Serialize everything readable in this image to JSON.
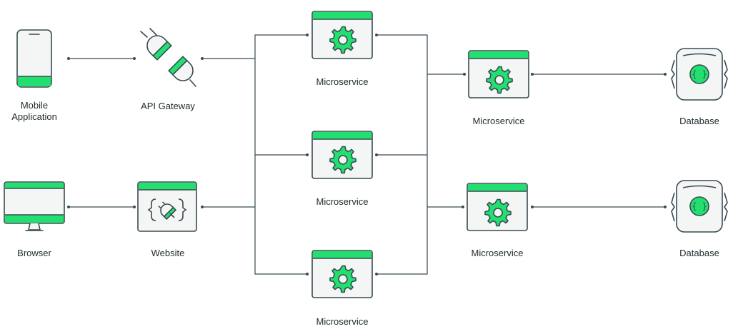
{
  "colors": {
    "accent": "#22e070",
    "stroke": "#3a4a50",
    "fill": "#f4f6f6",
    "text": "#1f2a2e"
  },
  "nodes": {
    "mobile": {
      "label_line1": "Mobile",
      "label_line2": "Application",
      "icon": "mobile-phone-icon"
    },
    "api_gateway": {
      "label": "API Gateway",
      "icon": "plug-connector-icon"
    },
    "browser": {
      "label": "Browser",
      "icon": "desktop-monitor-icon"
    },
    "website": {
      "label": "Website",
      "icon": "website-code-icon"
    },
    "ms_top": {
      "label": "Microservice",
      "icon": "gear-window-icon"
    },
    "ms_mid": {
      "label": "Microservice",
      "icon": "gear-window-icon"
    },
    "ms_bot": {
      "label": "Microservice",
      "icon": "gear-window-icon"
    },
    "ms_right_top": {
      "label": "Microservice",
      "icon": "gear-window-icon"
    },
    "ms_right_bot": {
      "label": "Microservice",
      "icon": "gear-window-icon"
    },
    "db_top": {
      "label": "Database",
      "icon": "database-braces-icon"
    },
    "db_bot": {
      "label": "Database",
      "icon": "database-braces-icon"
    }
  }
}
